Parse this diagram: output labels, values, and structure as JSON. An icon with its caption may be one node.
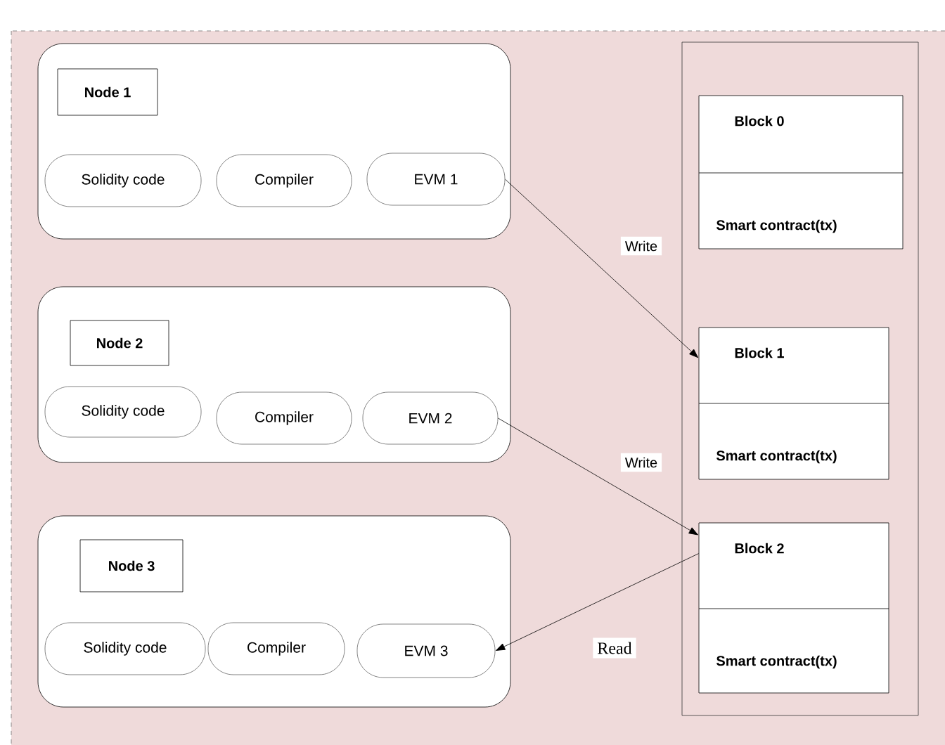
{
  "diagram": {
    "nodes": [
      {
        "text": [],
        "shape": "box"
      },
      {
        "text": [
          "Node 1"
        ],
        "in": 0
      },
      {
        "text": [
          "Solidity code"
        ],
        "in": 0
      },
      {
        "text": [
          "Compiler"
        ],
        "in": 0
      },
      {
        "text": [
          "EVM 1"
        ],
        "in": 0
      },
      {
        "text": [],
        "shape": "box"
      },
      {
        "text": [
          "Node 2"
        ],
        "in": 5
      },
      {
        "text": [
          "Solidity code"
        ],
        "in": 5
      },
      {
        "text": [
          "Compiler"
        ],
        "in": 5
      },
      {
        "text": [
          "EVM 2"
        ],
        "in": 5
      },
      {
        "text": [],
        "shape": "box"
      },
      {
        "text": [
          "Node 3"
        ],
        "in": 10
      },
      {
        "text": [
          "Solidity code"
        ],
        "in": 10
      },
      {
        "text": [
          "Compiler"
        ],
        "in": 10
      },
      {
        "text": [
          "EVM 3"
        ],
        "in": 10
      },
      {
        "text": [],
        "shape": "box"
      },
      {
        "text": [
          "Block 0",
          "Smart contract(tx)"
        ],
        "in": 15
      },
      {
        "text": [
          "Block 1",
          "Smart contract(tx)"
        ],
        "in": 15
      },
      {
        "text": [
          "Block 2",
          "Smart contract(tx)"
        ],
        "in": 15
      }
    ],
    "edges": [
      {
        "from": 4,
        "to": 17,
        "arrow": "to",
        "label": "Write"
      },
      {
        "from": 9,
        "to": 18,
        "arrow": "to",
        "label": "Write"
      },
      {
        "from": 18,
        "to": 14,
        "arrow": "to",
        "label": "Read"
      }
    ]
  }
}
